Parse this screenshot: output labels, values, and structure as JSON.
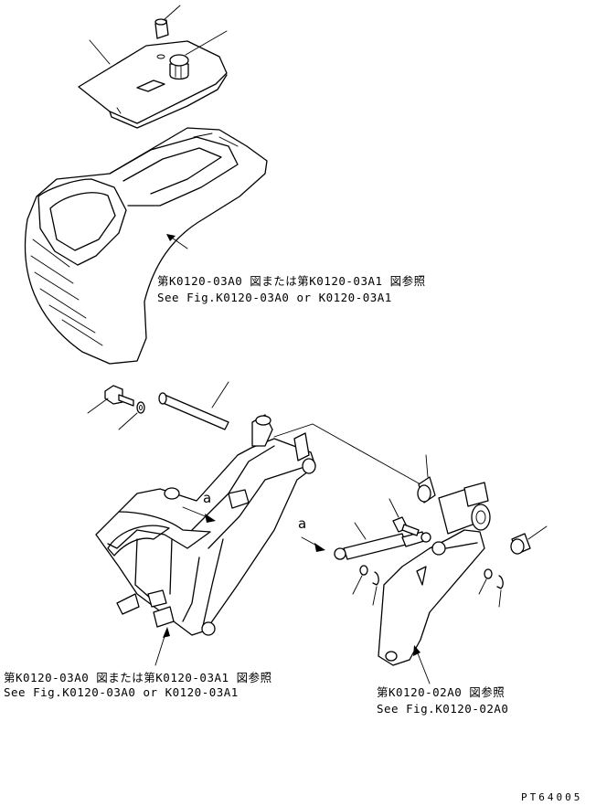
{
  "references": {
    "top_jp": "第K0120-03A0 図または第K0120-03A1 図参照",
    "top_en": "See Fig.K0120-03A0 or K0120-03A1",
    "left_jp": "第K0120-03A0 図または第K0120-03A1 図参照",
    "left_en": "See Fig.K0120-03A0 or K0120-03A1",
    "right_jp": "第K0120-02A0 図参照",
    "right_en": "See Fig.K0120-02A0"
  },
  "markers": {
    "a_left": "a",
    "a_right": "a"
  },
  "drawing_code": "PT64005"
}
